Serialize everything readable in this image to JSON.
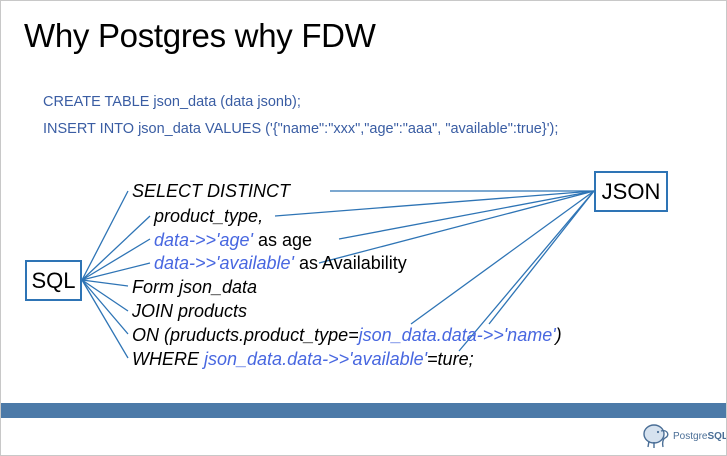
{
  "slide": {
    "title": "Why Postgres why FDW",
    "code_lines": [
      "CREATE TABLE json_data (data jsonb);",
      "INSERT INTO json_data VALUES ('{\"name\":\"xxx\",\"age\":\"aaa\", \"available\":true}');"
    ],
    "sql_label": "SQL",
    "json_label": "JSON",
    "query": {
      "line1": "SELECT DISTINCT",
      "line2": "product_type,",
      "line3_blue": "data->>'age'",
      "line3_black": " as age",
      "line4_blue": "data->>'available'",
      "line4_black": " as Availability",
      "line5": "Form json_data",
      "line6": "JOIN products",
      "line7_black": "ON (pruducts.product_type=",
      "line7_blue": "json_data.data->>'name'",
      "line7_end": ")",
      "line8_black": "WHERE ",
      "line8_blue": "json_data.data->>'available'",
      "line8_end": "=ture;"
    },
    "logo": {
      "word_main": "Postgre",
      "word_suffix": "SQL",
      "icon": "elephant-icon"
    },
    "colors": {
      "code_text": "#3a5da3",
      "highlight_text": "#4867e0",
      "box_border": "#2e74b5",
      "connector_line": "#2e74b5",
      "footer_bar": "#4c7aa8"
    }
  }
}
